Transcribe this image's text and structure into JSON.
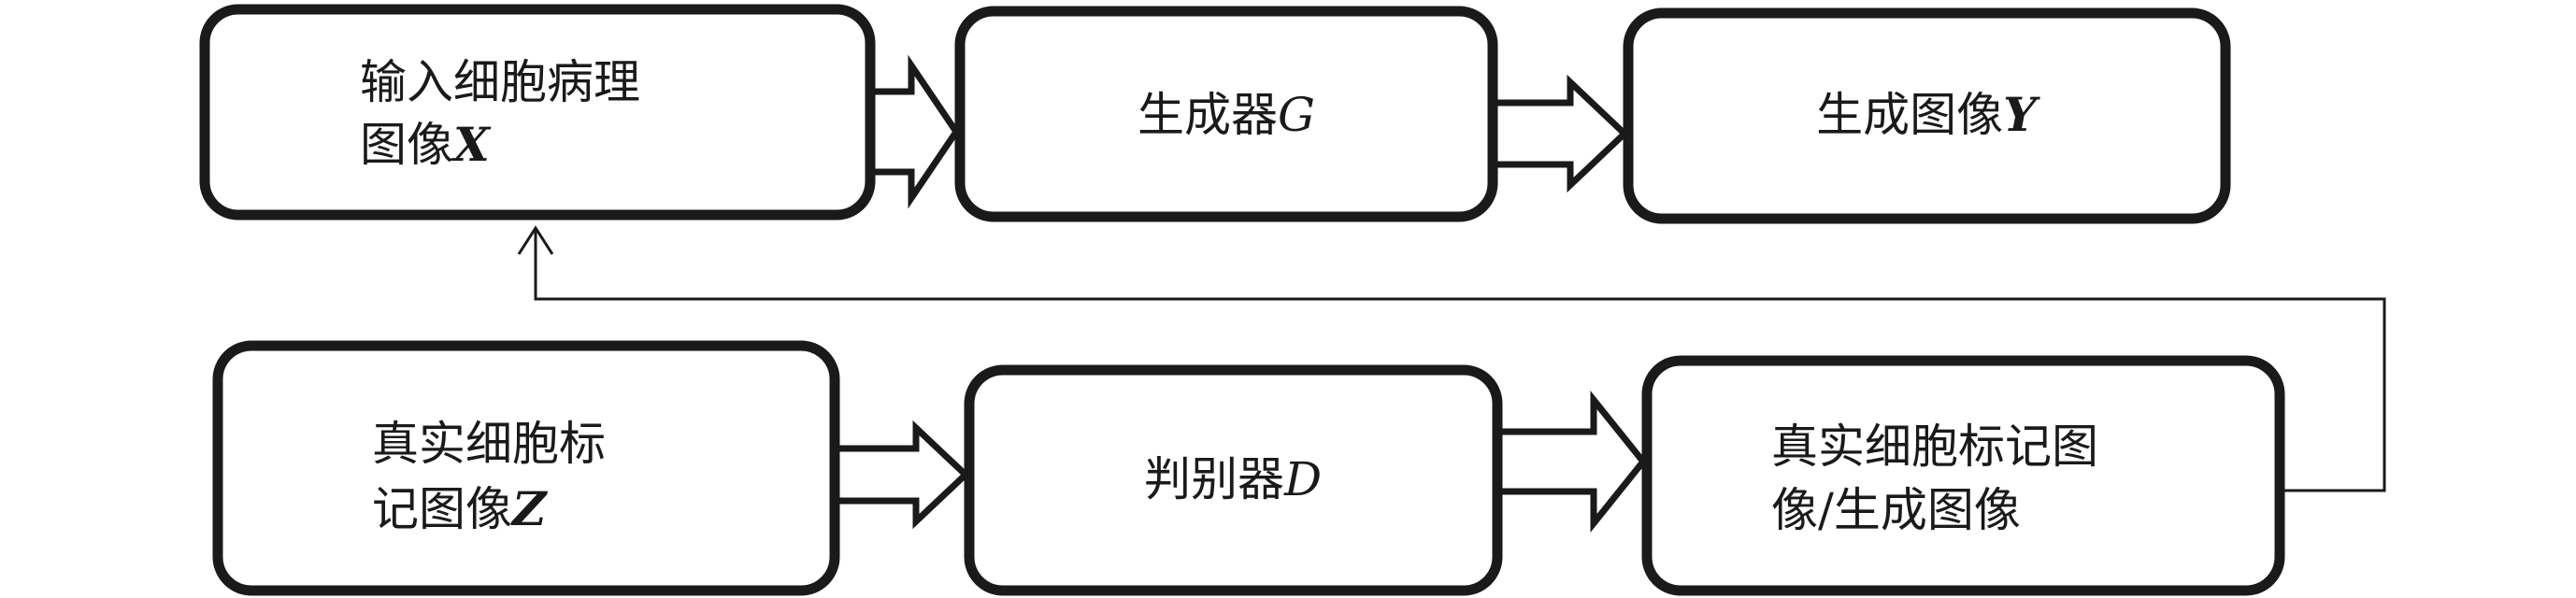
{
  "nodes": {
    "input_image": {
      "line1": "输入细胞病理",
      "line2_prefix": "图像",
      "line2_var": "X"
    },
    "generator": {
      "prefix": "生成器",
      "var": "G"
    },
    "generated_image": {
      "prefix": "生成图像",
      "var": "Y"
    },
    "real_label_image": {
      "line1": "真实细胞标",
      "line2_prefix": "记图像",
      "line2_var": "Z"
    },
    "discriminator": {
      "prefix": "判别器",
      "var": "D"
    },
    "real_or_generated": {
      "line1": "真实细胞标记图",
      "line2": "像/生成图像"
    }
  },
  "edges": [
    {
      "from": "input_image",
      "to": "generator",
      "style": "hollow-block-arrow"
    },
    {
      "from": "generator",
      "to": "generated_image",
      "style": "hollow-block-arrow"
    },
    {
      "from": "real_label_image",
      "to": "discriminator",
      "style": "hollow-block-arrow"
    },
    {
      "from": "discriminator",
      "to": "real_or_generated",
      "style": "hollow-block-arrow"
    },
    {
      "from": "real_or_generated",
      "to": "input_image",
      "style": "thin-line-arrow"
    }
  ]
}
